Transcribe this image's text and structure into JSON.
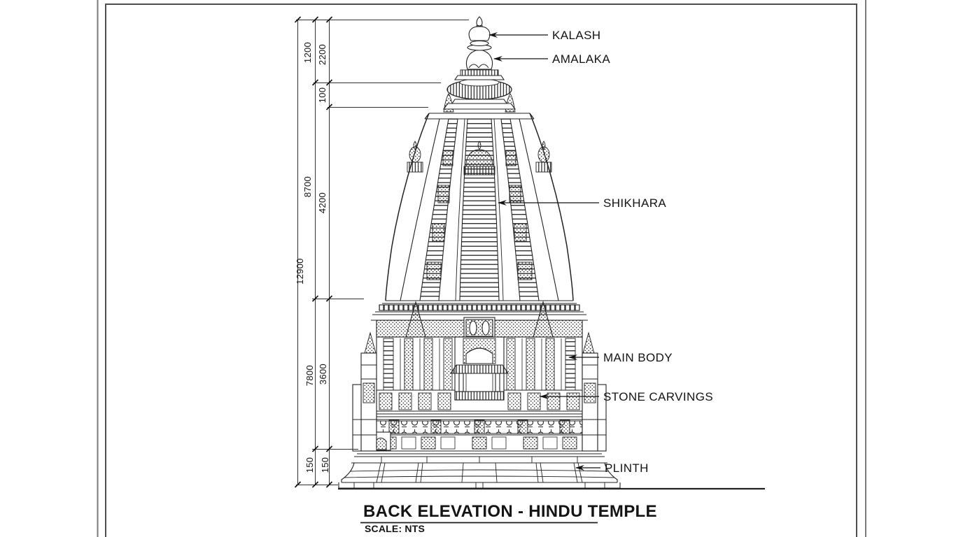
{
  "sheet": {
    "title": "BACK ELEVATION - HINDU TEMPLE",
    "scale": "SCALE: NTS"
  },
  "callouts": {
    "kalash": "KALASH",
    "amalaka": "AMALAKA",
    "shikhara": "SHIKHARA",
    "main_body": "MAIN BODY",
    "stone_carvings": "STONE CARVINGS",
    "plinth": "PLINTH"
  },
  "dimensions": {
    "kalash_height": "1200",
    "finial_total": "2200",
    "neck": "100",
    "shikhara_outer": "8700",
    "shikhara_inner": "4200",
    "total_height": "12900",
    "body_outer": "7800",
    "body_inner": "3600",
    "plinth_upper": "150",
    "plinth_lower": "150"
  },
  "colors": {
    "ink": "#1d1d1d",
    "frame": "#4f4f4f",
    "paper": "#ffffff"
  }
}
